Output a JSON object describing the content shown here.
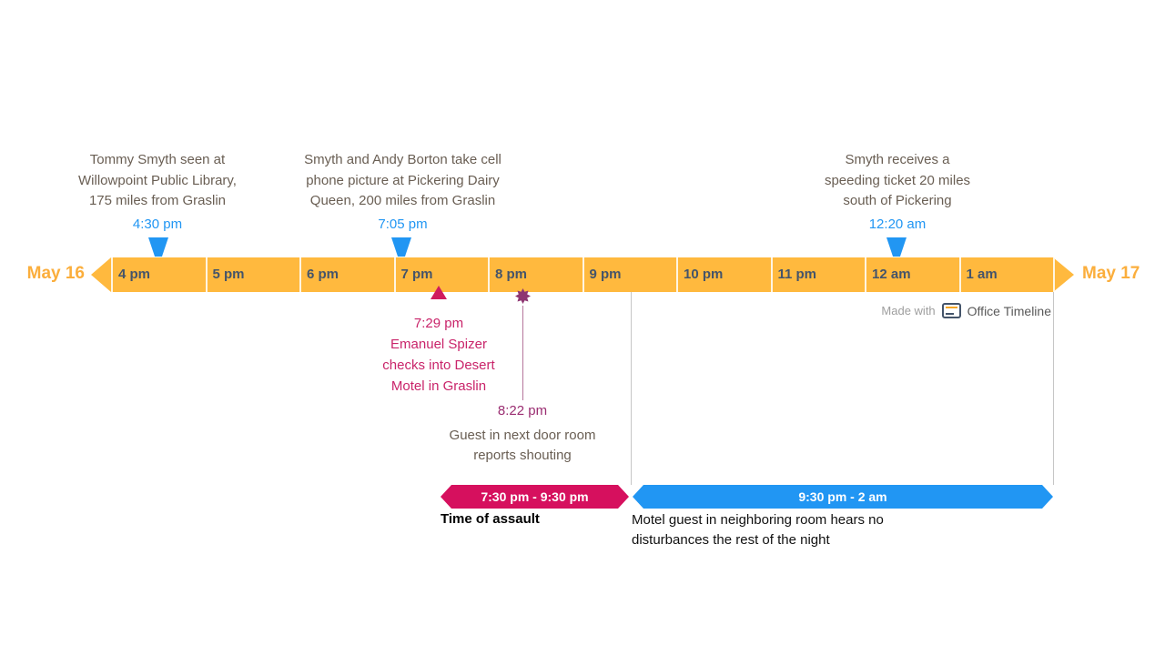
{
  "timeline": {
    "start_label": "May 16",
    "end_label": "May 17",
    "hours": [
      "4 pm",
      "5 pm",
      "6 pm",
      "7 pm",
      "8 pm",
      "9 pm",
      "10 pm",
      "11 pm",
      "12 am",
      "1 am"
    ]
  },
  "milestones_above": [
    {
      "id": "library",
      "time": "4:30 pm",
      "text_lines": [
        "Tommy Smyth seen at",
        "Willowpoint Public Library,",
        "175 miles from Graslin"
      ]
    },
    {
      "id": "dairy-queen",
      "time": "7:05 pm",
      "text_lines": [
        "Smyth and Andy Borton take cell",
        "phone picture at Pickering Dairy",
        "Queen, 200 miles from Graslin"
      ]
    },
    {
      "id": "speeding-ticket",
      "time": "12:20 am",
      "text_lines": [
        "Smyth receives a",
        "speeding ticket 20 miles",
        "south of Pickering"
      ]
    }
  ],
  "milestones_below": [
    {
      "id": "motel-checkin",
      "time": "7:29 pm",
      "text_lines": [
        "Emanuel Spizer",
        "checks into Desert",
        "Motel in Graslin"
      ]
    },
    {
      "id": "shouting-report",
      "time": "8:22 pm",
      "text_lines": [
        "Guest in next door room",
        "reports shouting"
      ]
    }
  ],
  "tasks": [
    {
      "id": "assault",
      "time_range": "7:30 pm - 9:30 pm",
      "caption": "Time of assault"
    },
    {
      "id": "no-disturbance",
      "time_range": "9:30 pm - 2 am",
      "caption_lines": [
        "Motel guest in neighboring room hears no",
        "disturbances the rest of the night"
      ]
    }
  ],
  "watermark": {
    "prefix": "Made with",
    "brand": "Office Timeline"
  },
  "colors": {
    "band_orange": "#FFB93E",
    "date_label_orange": "#FBAE3C",
    "hour_label": "#44546A",
    "milestone_blue": "#2196F3",
    "task_pink": "#D6105E",
    "milestone_plum": "#8E3572",
    "description_text": "#695E53"
  }
}
